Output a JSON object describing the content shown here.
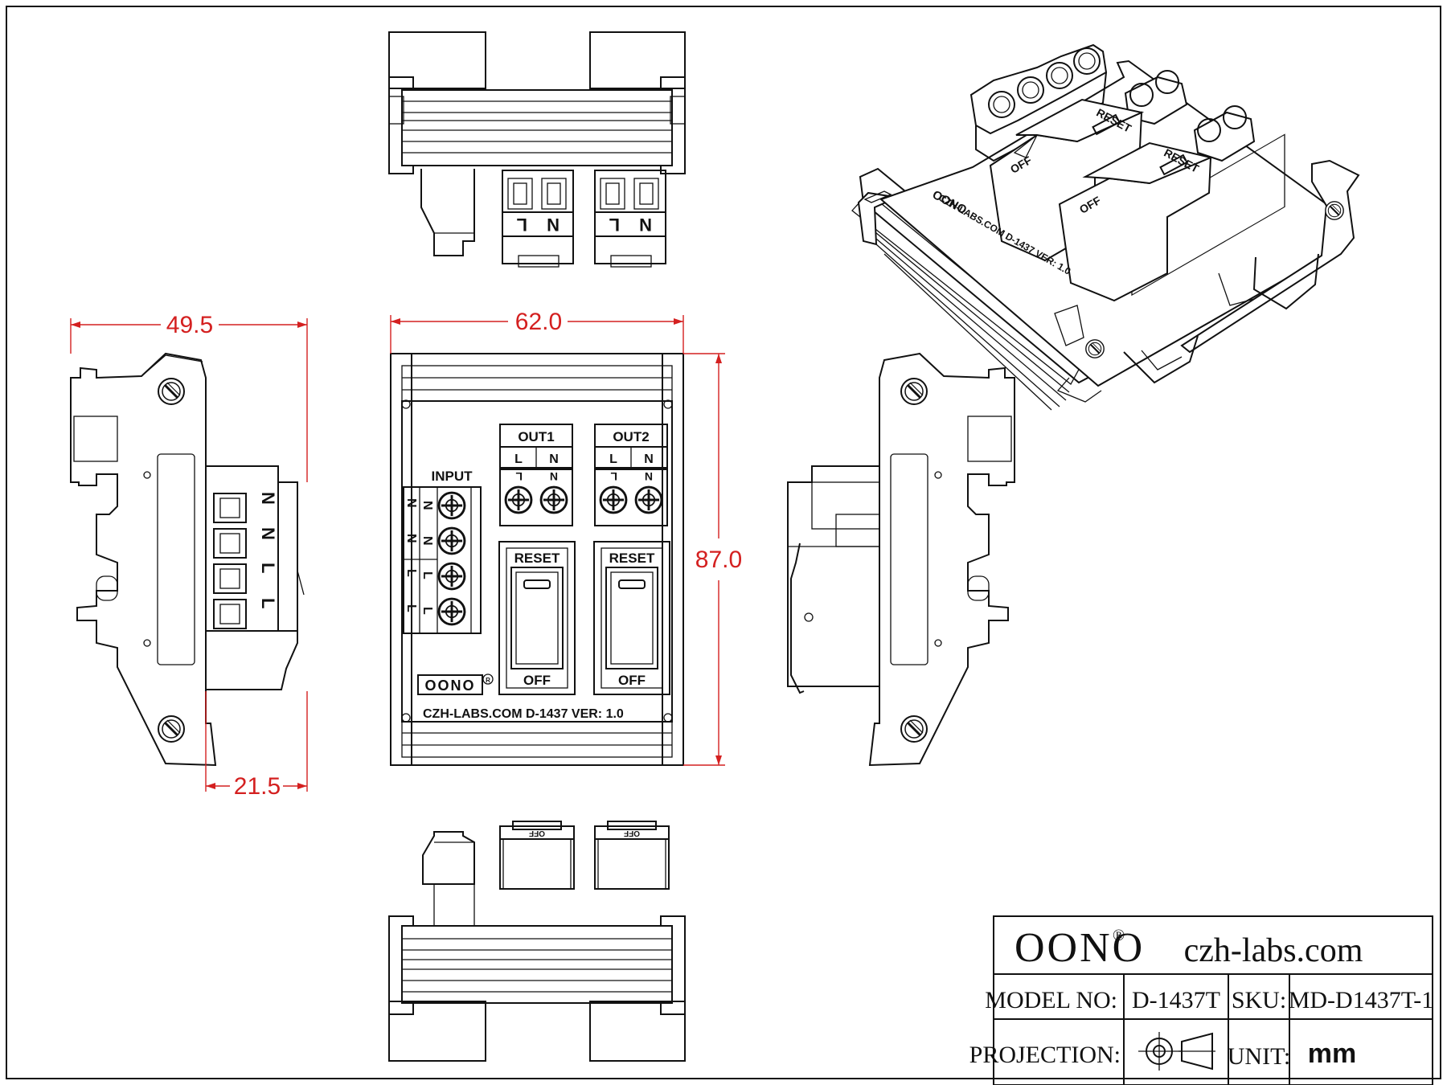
{
  "dimensions": {
    "depth": "49.5",
    "width": "62.0",
    "height": "87.0",
    "rail_offset": "21.5"
  },
  "front_panel": {
    "input_label": "INPUT",
    "input_terminals": [
      "N",
      "N",
      "L",
      "L"
    ],
    "out1_label": "OUT1",
    "out2_label": "OUT2",
    "out_terminals": [
      "L",
      "N"
    ],
    "reset_label": "RESET",
    "off_label": "OFF",
    "logo": "OONO",
    "footer_text": "CZH-LABS.COM  D-1437  VER: 1.0"
  },
  "iso_view": {
    "reset_label": "RESET",
    "off_label": "OFF",
    "logo": "OONO",
    "footer_text": "CZH-LABS.COM  D-1437  VER: 1.0"
  },
  "title_block": {
    "brand": "OONO",
    "registered": "®",
    "website": "czh-labs.com",
    "model_label": "MODEL NO:",
    "model_value": "D-1437T",
    "sku_label": "SKU:",
    "sku_value": "MD-D1437T-1",
    "projection_label": "PROJECTION:",
    "unit_label": "UNIT:",
    "unit_value": "mm"
  }
}
